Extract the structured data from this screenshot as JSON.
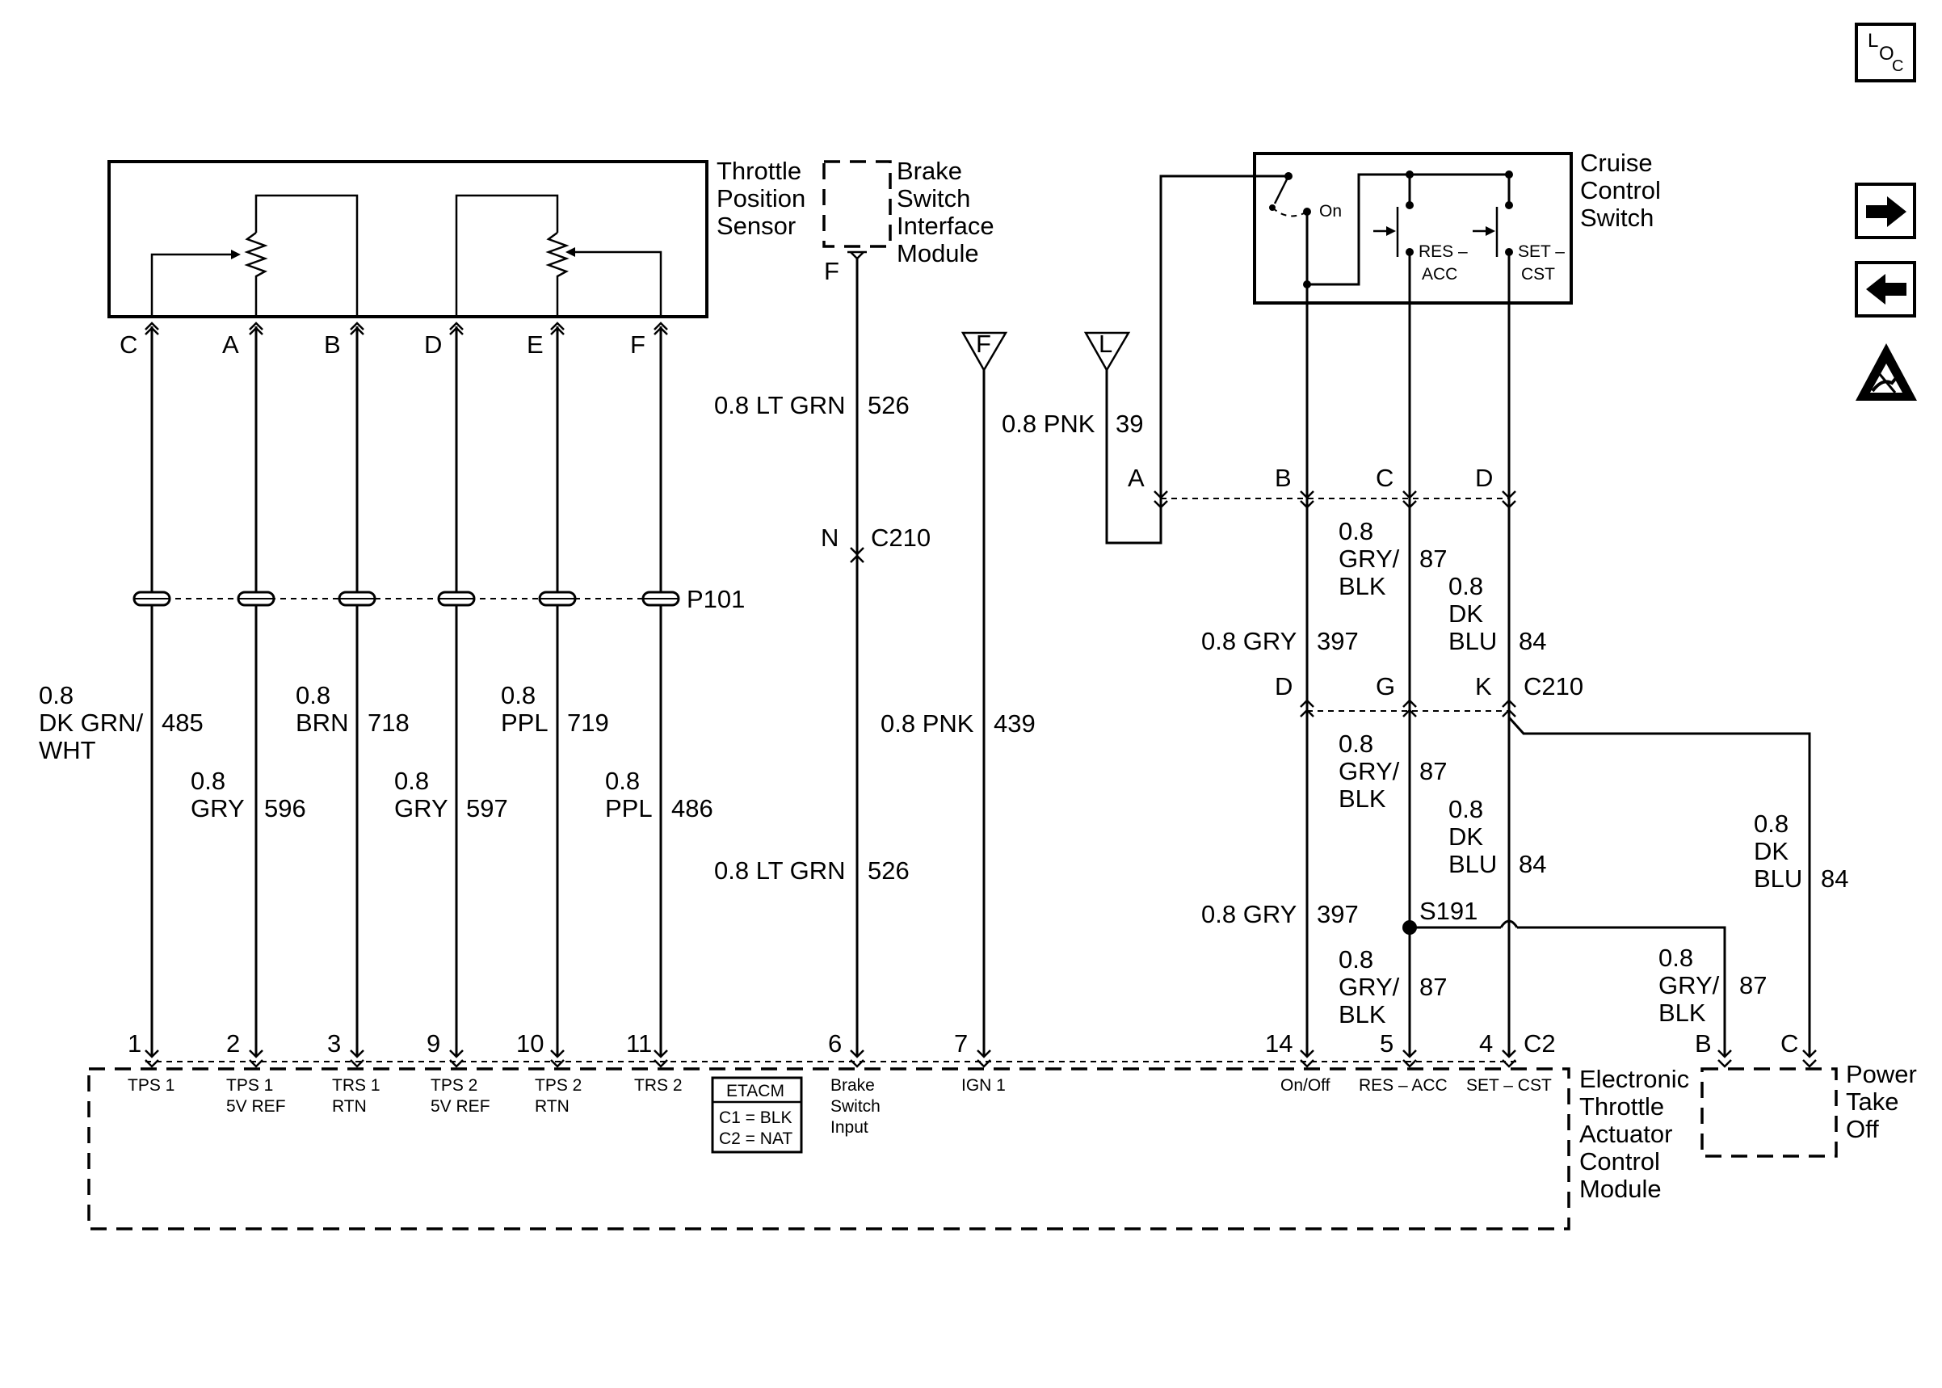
{
  "components": {
    "tps": [
      "Throttle",
      "Position",
      "Sensor"
    ],
    "brake_module": [
      "Brake",
      "Switch",
      "Interface",
      "Module"
    ],
    "cruise_switch": [
      "Cruise",
      "Control",
      "Switch"
    ],
    "etacm": [
      "Electronic",
      "Throttle",
      "Actuator",
      "Control",
      "Module"
    ],
    "pto": [
      "Power",
      "Take",
      "Off"
    ]
  },
  "cruise_switch_contacts": {
    "on": "On",
    "res": [
      "RES –",
      "ACC"
    ],
    "set": [
      "SET –",
      "CST"
    ]
  },
  "sensor_pins": [
    "C",
    "A",
    "B",
    "D",
    "E",
    "F"
  ],
  "sensor_wires": [
    {
      "size": "0.8",
      "color": [
        "DK GRN/",
        "WHT"
      ],
      "circuit": "485"
    },
    {
      "size": "0.8",
      "color": [
        "GRY"
      ],
      "circuit": "596"
    },
    {
      "size": "0.8",
      "color": [
        "BRN"
      ],
      "circuit": "718"
    },
    {
      "size": "0.8",
      "color": [
        "GRY"
      ],
      "circuit": "597"
    },
    {
      "size": "0.8",
      "color": [
        "PPL"
      ],
      "circuit": "719"
    },
    {
      "size": "0.8",
      "color": [
        "PPL"
      ],
      "circuit": "486"
    }
  ],
  "connectors": {
    "p101": "P101",
    "c210": "C210",
    "c2": "C2",
    "s191": "S191"
  },
  "brake_wire": {
    "pin_top": "F",
    "pin_mid": "N",
    "label": "0.8 LT GRN",
    "circuit": "526"
  },
  "ign_wire": {
    "feed": "F",
    "label": "0.8 PNK",
    "circuit": "439"
  },
  "cruise_feed": {
    "feed": "L",
    "label": "0.8 PNK",
    "circuit": "39"
  },
  "cruise_pins": [
    "A",
    "B",
    "C",
    "D"
  ],
  "c210_pins": [
    "D",
    "G",
    "K"
  ],
  "cruise_wires": {
    "onoff": {
      "label": "0.8 GRY",
      "circuit": "397"
    },
    "res": {
      "size": "0.8",
      "color": [
        "GRY/",
        "BLK"
      ],
      "circuit": "87"
    },
    "set": {
      "size": "0.8",
      "color": [
        "DK",
        "BLU"
      ],
      "circuit": "84"
    }
  },
  "pto_pins": [
    "B",
    "C"
  ],
  "etacm_pins": [
    {
      "num": "1",
      "name": [
        "TPS 1"
      ]
    },
    {
      "num": "2",
      "name": [
        "TPS 1",
        "5V REF"
      ]
    },
    {
      "num": "3",
      "name": [
        "TRS 1",
        "RTN"
      ]
    },
    {
      "num": "9",
      "name": [
        "TPS 2",
        "5V REF"
      ]
    },
    {
      "num": "10",
      "name": [
        "TPS 2",
        "RTN"
      ]
    },
    {
      "num": "11",
      "name": [
        "TRS 2"
      ]
    },
    {
      "num": "6",
      "name": [
        "Brake",
        "Switch",
        "Input"
      ]
    },
    {
      "num": "7",
      "name": [
        "IGN 1"
      ]
    },
    {
      "num": "14",
      "name": [
        "On/Off"
      ]
    },
    {
      "num": "5",
      "name": [
        "RES – ACC"
      ]
    },
    {
      "num": "4",
      "name": [
        "SET – CST"
      ]
    }
  ],
  "legend": {
    "title": "ETACM",
    "c1": "C1 = BLK",
    "c2": "C2 = NAT"
  },
  "nav": {
    "loc": [
      "L",
      "O",
      "C"
    ],
    "next": "next-page",
    "prev": "previous-page",
    "esd": "esd-warning"
  }
}
